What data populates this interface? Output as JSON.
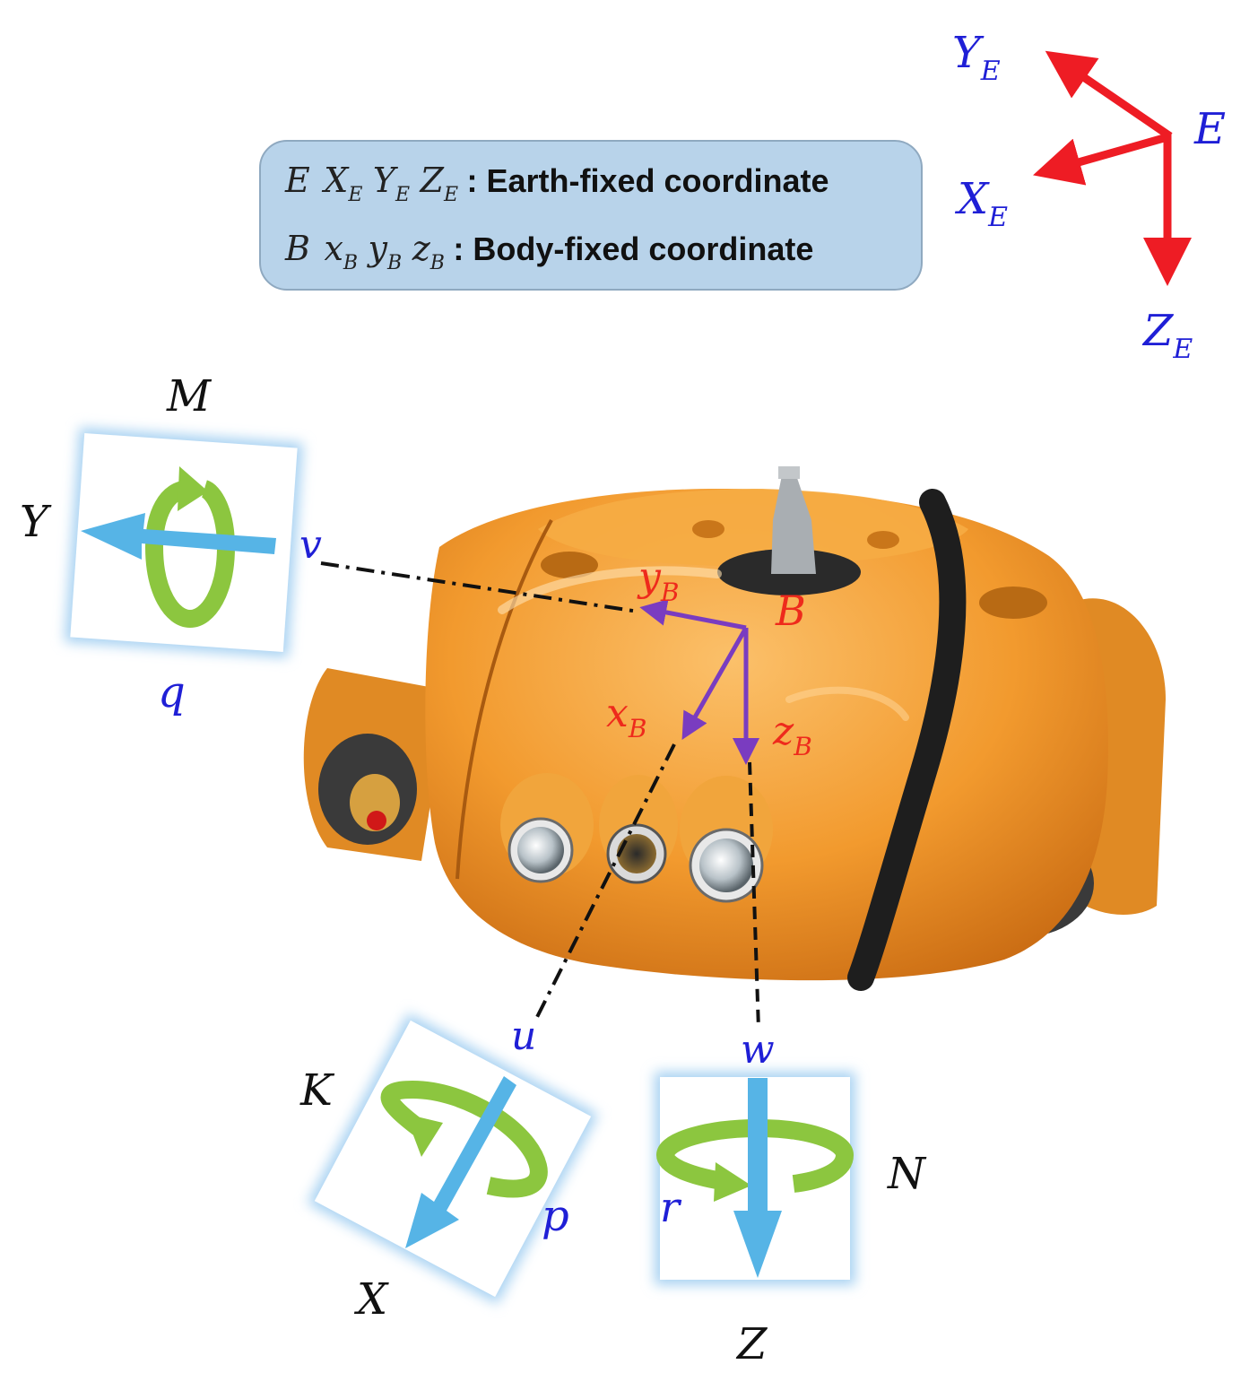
{
  "legend": {
    "line1": {
      "symbol": "E",
      "parts": [
        [
          "X",
          "E"
        ],
        [
          "Y",
          "E"
        ],
        [
          "Z",
          "E"
        ]
      ],
      "text": ": Earth-fixed coordinate"
    },
    "line2": {
      "symbol": "B",
      "parts": [
        [
          "x",
          "B"
        ],
        [
          "y",
          "B"
        ],
        [
          "z",
          "B"
        ]
      ],
      "text": " : Body-fixed coordinate"
    }
  },
  "earth_frame": {
    "origin": "E",
    "x": {
      "main": "X",
      "sub": "E"
    },
    "y": {
      "main": "Y",
      "sub": "E"
    },
    "z": {
      "main": "Z",
      "sub": "E"
    }
  },
  "body_frame": {
    "origin": "B",
    "x": {
      "main": "x",
      "sub": "B"
    },
    "y": {
      "main": "y",
      "sub": "B"
    },
    "z": {
      "main": "z",
      "sub": "B"
    }
  },
  "motion_panels": {
    "sway": {
      "axis": "Y",
      "moment": "M",
      "velocity": "v",
      "rate": "q"
    },
    "surge": {
      "axis": "X",
      "moment": "K",
      "velocity": "u",
      "rate": "p"
    },
    "heave": {
      "axis": "Z",
      "moment": "N",
      "velocity": "w",
      "rate": "r"
    }
  },
  "colors": {
    "earth_arrow": "#ee1c24",
    "body_arrow": "#7a3cc0",
    "body_label": "#ee2a1c",
    "blue_label": "#1f1fd6",
    "panel_arrow": "#56b4e6",
    "rotation_arrow": "#8cc63f",
    "legend_fill": "#b8d3ea",
    "vehicle_body": "#f29a2e"
  }
}
